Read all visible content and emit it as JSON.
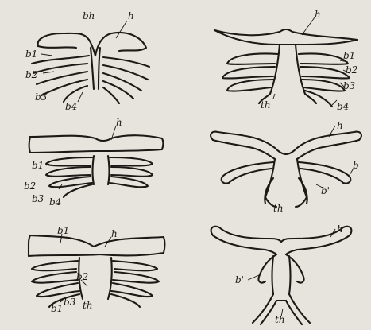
{
  "figures": [
    {
      "id": "fig-1",
      "labels": [
        "bh",
        "h",
        "b1",
        "b2",
        "b3",
        "b4"
      ]
    },
    {
      "id": "fig-2",
      "labels": [
        "h",
        "b1",
        "b2",
        "b3",
        "b4",
        "th"
      ]
    },
    {
      "id": "fig-3",
      "labels": [
        "h",
        "b1",
        "b2",
        "b3",
        "b4"
      ]
    },
    {
      "id": "fig-4",
      "labels": [
        "h",
        "b",
        "b'",
        "th"
      ]
    },
    {
      "id": "fig-5",
      "labels": [
        "b1",
        "h",
        "b2",
        "th",
        "b1",
        "b3"
      ]
    },
    {
      "id": "fig-6",
      "labels": [
        "h",
        "b'",
        "th"
      ]
    }
  ]
}
